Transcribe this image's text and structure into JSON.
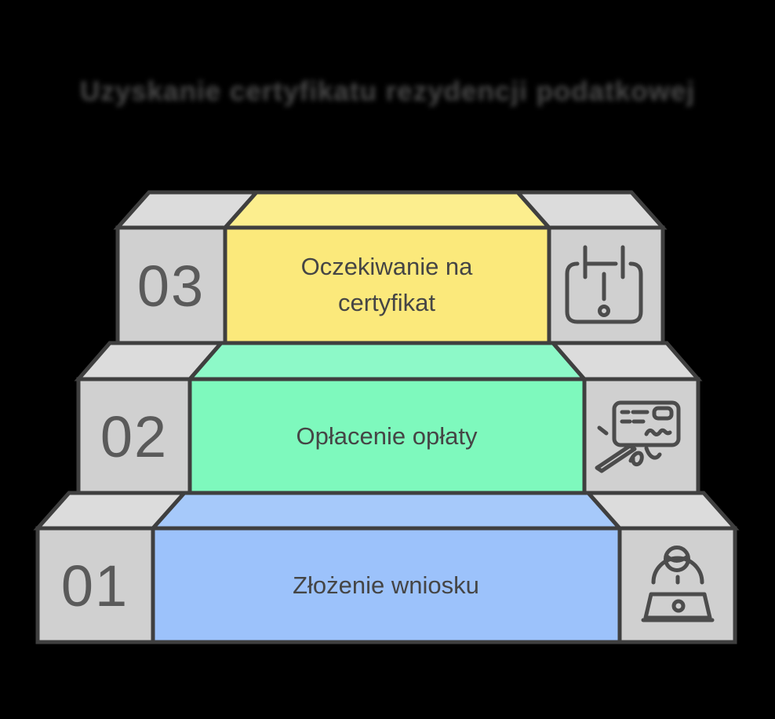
{
  "title": {
    "text": "Uzyskanie certyfikatu rezydencji podatkowej"
  },
  "steps": [
    {
      "number": "01",
      "label_line1": "Złożenie wniosku",
      "label_line2": "",
      "icon": "person-laptop-icon",
      "front_color": "#9cc2fb",
      "top_color": "#a6c9fa"
    },
    {
      "number": "02",
      "label_line1": "Opłacenie opłaty",
      "label_line2": "",
      "icon": "cheque-signing-icon",
      "front_color": "#7ef9bd",
      "top_color": "#8df9c8"
    },
    {
      "number": "03",
      "label_line1": "Oczekiwanie na",
      "label_line2": "certyfikat",
      "icon": "calendar-alert-icon",
      "front_color": "#fbe97b",
      "top_color": "#fcee8e"
    }
  ],
  "colors": {
    "background": "#000000",
    "cube_front": "#d0d0d0",
    "cube_top": "#dcdcdc",
    "outline": "#3f3f3f",
    "number_text": "#5a5a5a",
    "label_text": "#454545",
    "icon_stroke": "#4c4c4c",
    "title_text": "#4a4a4a"
  }
}
